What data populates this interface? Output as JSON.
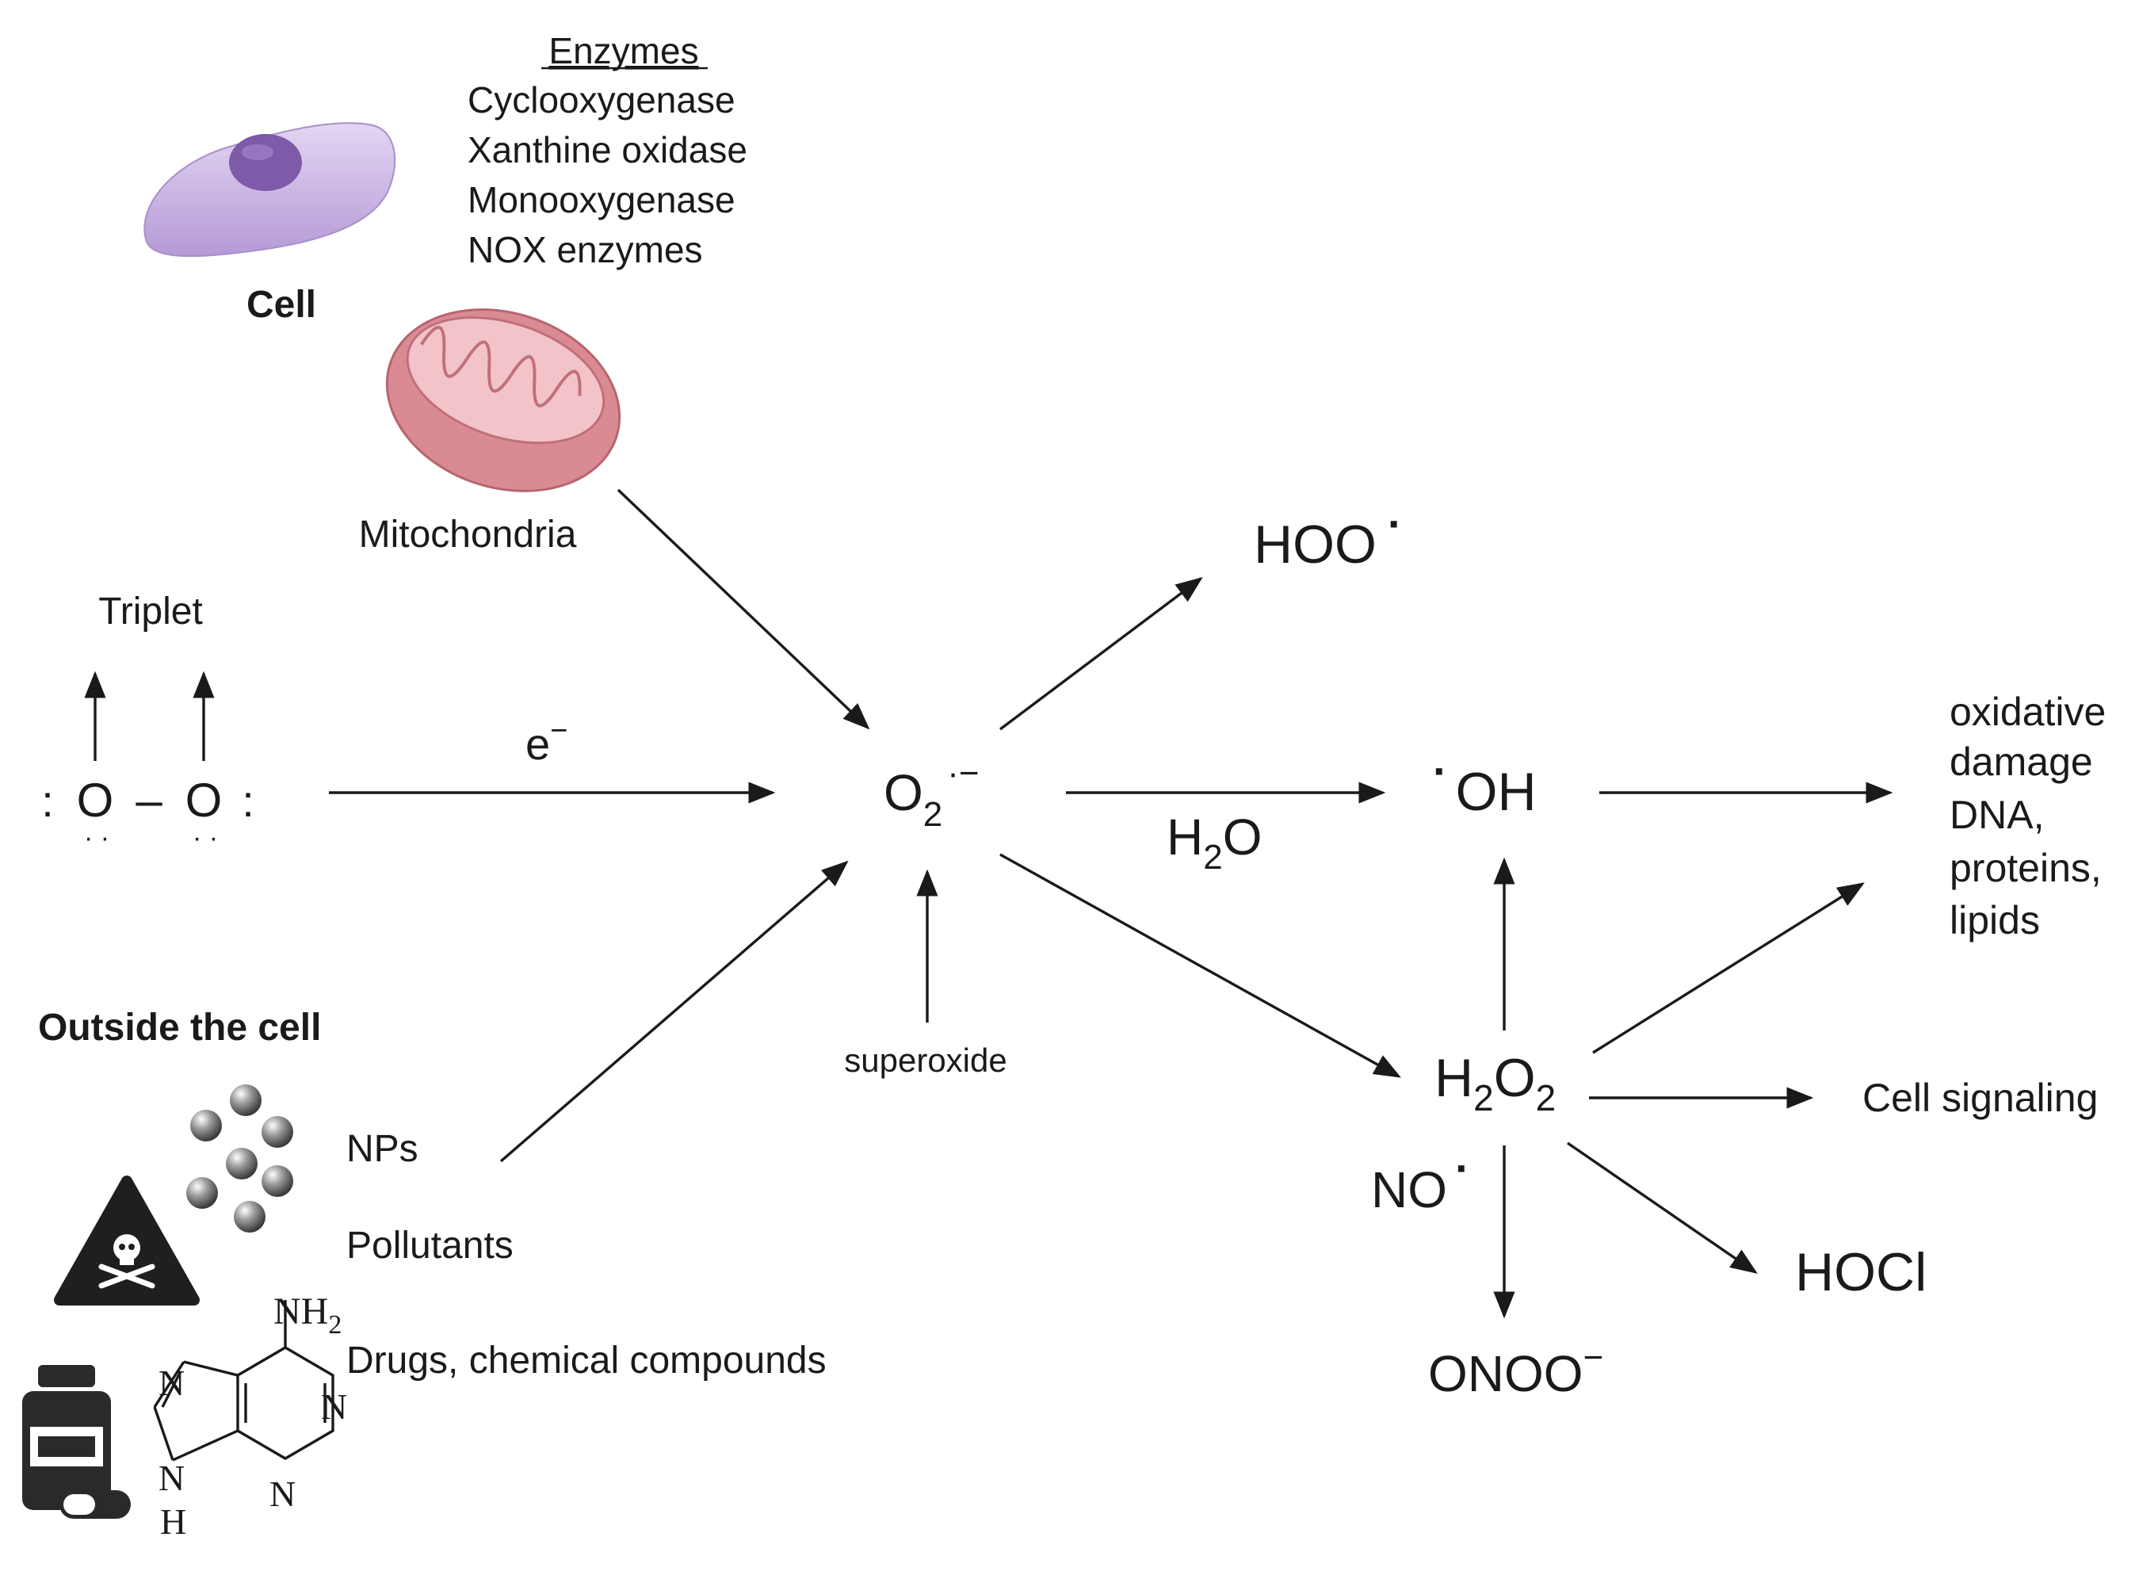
{
  "enzymes": {
    "heading": "Enzymes",
    "items": [
      "Cyclooxygenase",
      "Xanthine  oxidase",
      "Monooxygenase",
      "NOX  enzymes"
    ]
  },
  "sources": {
    "cell": "Cell",
    "mitochondria": "Mitochondria",
    "outside": "Outside the cell",
    "nps": "NPs",
    "pollutants": "Pollutants",
    "drugs": "Drugs, chemical compounds"
  },
  "oxygen": {
    "triplet": "Triplet",
    "atom": "O",
    "colon": ":",
    "dot_pair": "· ·",
    "bond": "–"
  },
  "species": {
    "electron": "e",
    "electron_sup": "−",
    "superoxide_base": "O",
    "superoxide_sub": "2",
    "superoxide_sup": "·−",
    "superoxide_label": "superoxide",
    "hoo": "HOO",
    "radical_dot": "·",
    "water_h": "H",
    "water_sub": "2",
    "water_o": "O",
    "hydroxyl": "OH",
    "h2o2_h": "H",
    "h2o2_sub1": "2",
    "h2o2_o": "O",
    "h2o2_sub2": "2",
    "no": "NO",
    "onoo": "ONOO",
    "onoo_sup": "−",
    "hocl": "HOCl"
  },
  "outcomes": {
    "damage": [
      "oxidative",
      "damage",
      "DNA,",
      "proteins,",
      "lipids"
    ],
    "signaling": "Cell signaling"
  },
  "adenine": {
    "nh2_n": "NH",
    "nh2_sub": "2",
    "n": "N",
    "h": "H"
  },
  "colors": {
    "cell_body": "#c8aee6",
    "cell_nucleus": "#7e5aa8",
    "mito_outer": "#d98a92",
    "mito_inner": "#f2c4c9",
    "warning": "#1f1f1f",
    "bottle": "#2a2a2a"
  }
}
